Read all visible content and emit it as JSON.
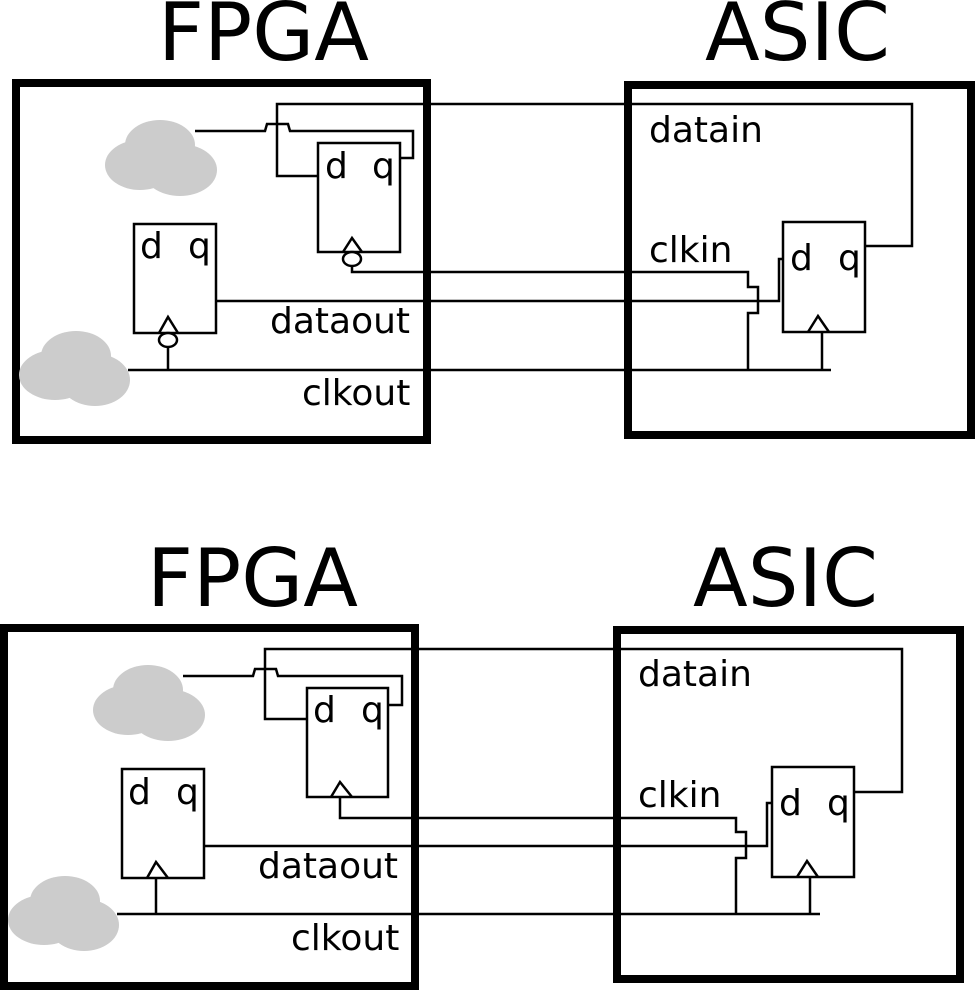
{
  "colors": {
    "line": "#000000",
    "cloud": "#cccccc",
    "background": "#ffffff"
  },
  "diagrams": [
    {
      "variant": "inverted-clock",
      "fpga": {
        "title": "FPGA",
        "dataout_label": "dataout",
        "clkout_label": "clkout",
        "ff_capture": {
          "d": "d",
          "q": "q",
          "clock_inverted": true
        },
        "ff_launch": {
          "d": "d",
          "q": "q",
          "clock_inverted": true
        }
      },
      "asic": {
        "title": "ASIC",
        "datain_label": "datain",
        "clkin_label": "clkin",
        "ff": {
          "d": "d",
          "q": "q",
          "clock_inverted": false
        }
      }
    },
    {
      "variant": "non-inverted-clock",
      "fpga": {
        "title": "FPGA",
        "dataout_label": "dataout",
        "clkout_label": "clkout",
        "ff_capture": {
          "d": "d",
          "q": "q",
          "clock_inverted": false
        },
        "ff_launch": {
          "d": "d",
          "q": "q",
          "clock_inverted": false
        }
      },
      "asic": {
        "title": "ASIC",
        "datain_label": "datain",
        "clkin_label": "clkin",
        "ff": {
          "d": "d",
          "q": "q",
          "clock_inverted": false
        }
      }
    }
  ]
}
